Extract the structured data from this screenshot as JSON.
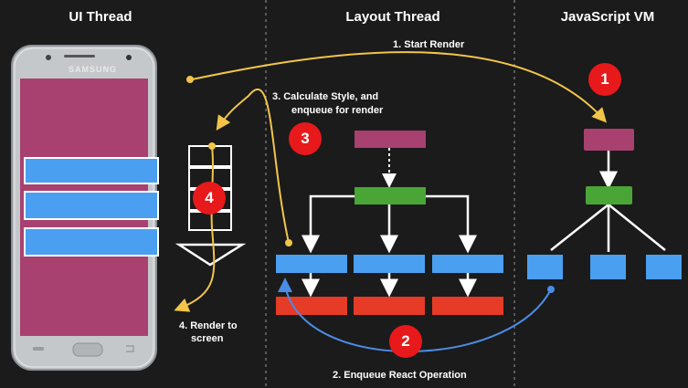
{
  "columns": {
    "ui": "UI Thread",
    "layout": "Layout Thread",
    "js": "JavaScript VM"
  },
  "steps": [
    {
      "number": "1",
      "label_lines": [
        "1. Start Render"
      ]
    },
    {
      "number": "2",
      "label_lines": [
        "2. Enqueue React Operation"
      ]
    },
    {
      "number": "3",
      "label_lines": [
        "3. Calculate Style, and",
        "enqueue for render"
      ]
    },
    {
      "number": "4",
      "label_lines": [
        "4. Render to",
        "screen"
      ]
    }
  ],
  "phone": {
    "brand": "SAMSUNG"
  },
  "colors": {
    "background": "#1b1b1b",
    "magenta": "#a8416f",
    "green": "#4aa537",
    "blue": "#4a9ff0",
    "red": "#e63b26",
    "badge": "#e8191b",
    "yellow_arrow": "#f1c54a",
    "blue_arrow": "#4a8ce6",
    "phone_screen": "#a8416f",
    "phone_rows": "#4a9ff0"
  },
  "icons": {
    "render-stack": "stacked-boxes-with-down-arrow",
    "phone": "smartphone"
  }
}
